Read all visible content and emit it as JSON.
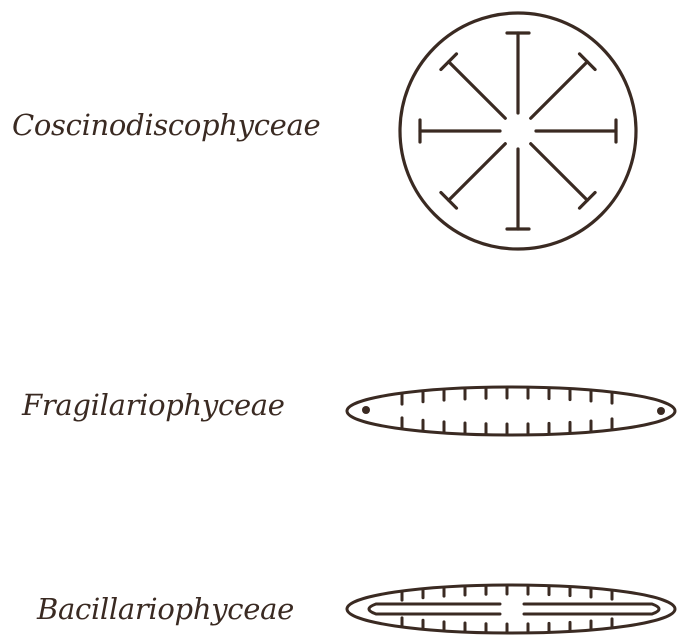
{
  "labels": {
    "coscinodiscophyceae": "Coscinodiscophyceae",
    "fragilariophyceae": "Fragilariophyceae",
    "bacillariophyceae": "Bacillariophyceae"
  },
  "colors": {
    "stroke": "#3a2a22",
    "text": "#3a2a22",
    "background": "#ffffff"
  },
  "icons": {
    "centric": "centric-diatom-icon",
    "araphid": "araphid-diatom-icon",
    "raphid": "raphid-diatom-icon"
  }
}
